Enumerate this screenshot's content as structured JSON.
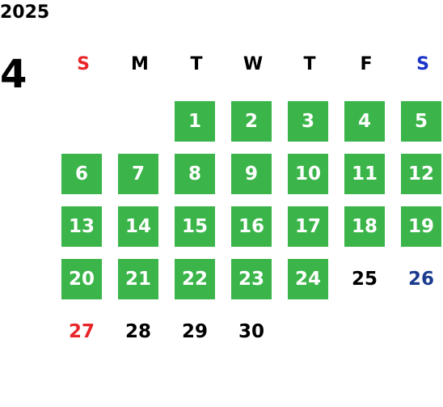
{
  "calendar": {
    "year": "2025",
    "month": "4",
    "weekdays": [
      {
        "label": "S",
        "color": "#e8262a"
      },
      {
        "label": "M",
        "color": "#000000"
      },
      {
        "label": "T",
        "color": "#000000"
      },
      {
        "label": "W",
        "color": "#000000"
      },
      {
        "label": "T",
        "color": "#000000"
      },
      {
        "label": "F",
        "color": "#000000"
      },
      {
        "label": "S",
        "color": "#1a33c9"
      }
    ],
    "leading_blank_days": 2,
    "days": [
      {
        "label": "1",
        "marked": true,
        "color": "#ffffff"
      },
      {
        "label": "2",
        "marked": true,
        "color": "#ffffff"
      },
      {
        "label": "3",
        "marked": true,
        "color": "#ffffff"
      },
      {
        "label": "4",
        "marked": true,
        "color": "#ffffff"
      },
      {
        "label": "5",
        "marked": true,
        "color": "#ffffff"
      },
      {
        "label": "6",
        "marked": true,
        "color": "#ffffff"
      },
      {
        "label": "7",
        "marked": true,
        "color": "#ffffff"
      },
      {
        "label": "8",
        "marked": true,
        "color": "#ffffff"
      },
      {
        "label": "9",
        "marked": true,
        "color": "#ffffff"
      },
      {
        "label": "10",
        "marked": true,
        "color": "#ffffff"
      },
      {
        "label": "11",
        "marked": true,
        "color": "#ffffff"
      },
      {
        "label": "12",
        "marked": true,
        "color": "#ffffff"
      },
      {
        "label": "13",
        "marked": true,
        "color": "#ffffff"
      },
      {
        "label": "14",
        "marked": true,
        "color": "#ffffff"
      },
      {
        "label": "15",
        "marked": true,
        "color": "#ffffff"
      },
      {
        "label": "16",
        "marked": true,
        "color": "#ffffff"
      },
      {
        "label": "17",
        "marked": true,
        "color": "#ffffff"
      },
      {
        "label": "18",
        "marked": true,
        "color": "#ffffff"
      },
      {
        "label": "19",
        "marked": true,
        "color": "#ffffff"
      },
      {
        "label": "20",
        "marked": true,
        "color": "#ffffff"
      },
      {
        "label": "21",
        "marked": true,
        "color": "#ffffff"
      },
      {
        "label": "22",
        "marked": true,
        "color": "#ffffff"
      },
      {
        "label": "23",
        "marked": true,
        "color": "#ffffff"
      },
      {
        "label": "24",
        "marked": true,
        "color": "#ffffff"
      },
      {
        "label": "25",
        "marked": false,
        "color": "#000000"
      },
      {
        "label": "26",
        "marked": false,
        "color": "#1b3b8f"
      },
      {
        "label": "27",
        "marked": false,
        "color": "#e8262a"
      },
      {
        "label": "28",
        "marked": false,
        "color": "#000000"
      },
      {
        "label": "29",
        "marked": false,
        "color": "#000000"
      },
      {
        "label": "30",
        "marked": false,
        "color": "#000000"
      }
    ],
    "mark_color": "#3bb54a"
  }
}
